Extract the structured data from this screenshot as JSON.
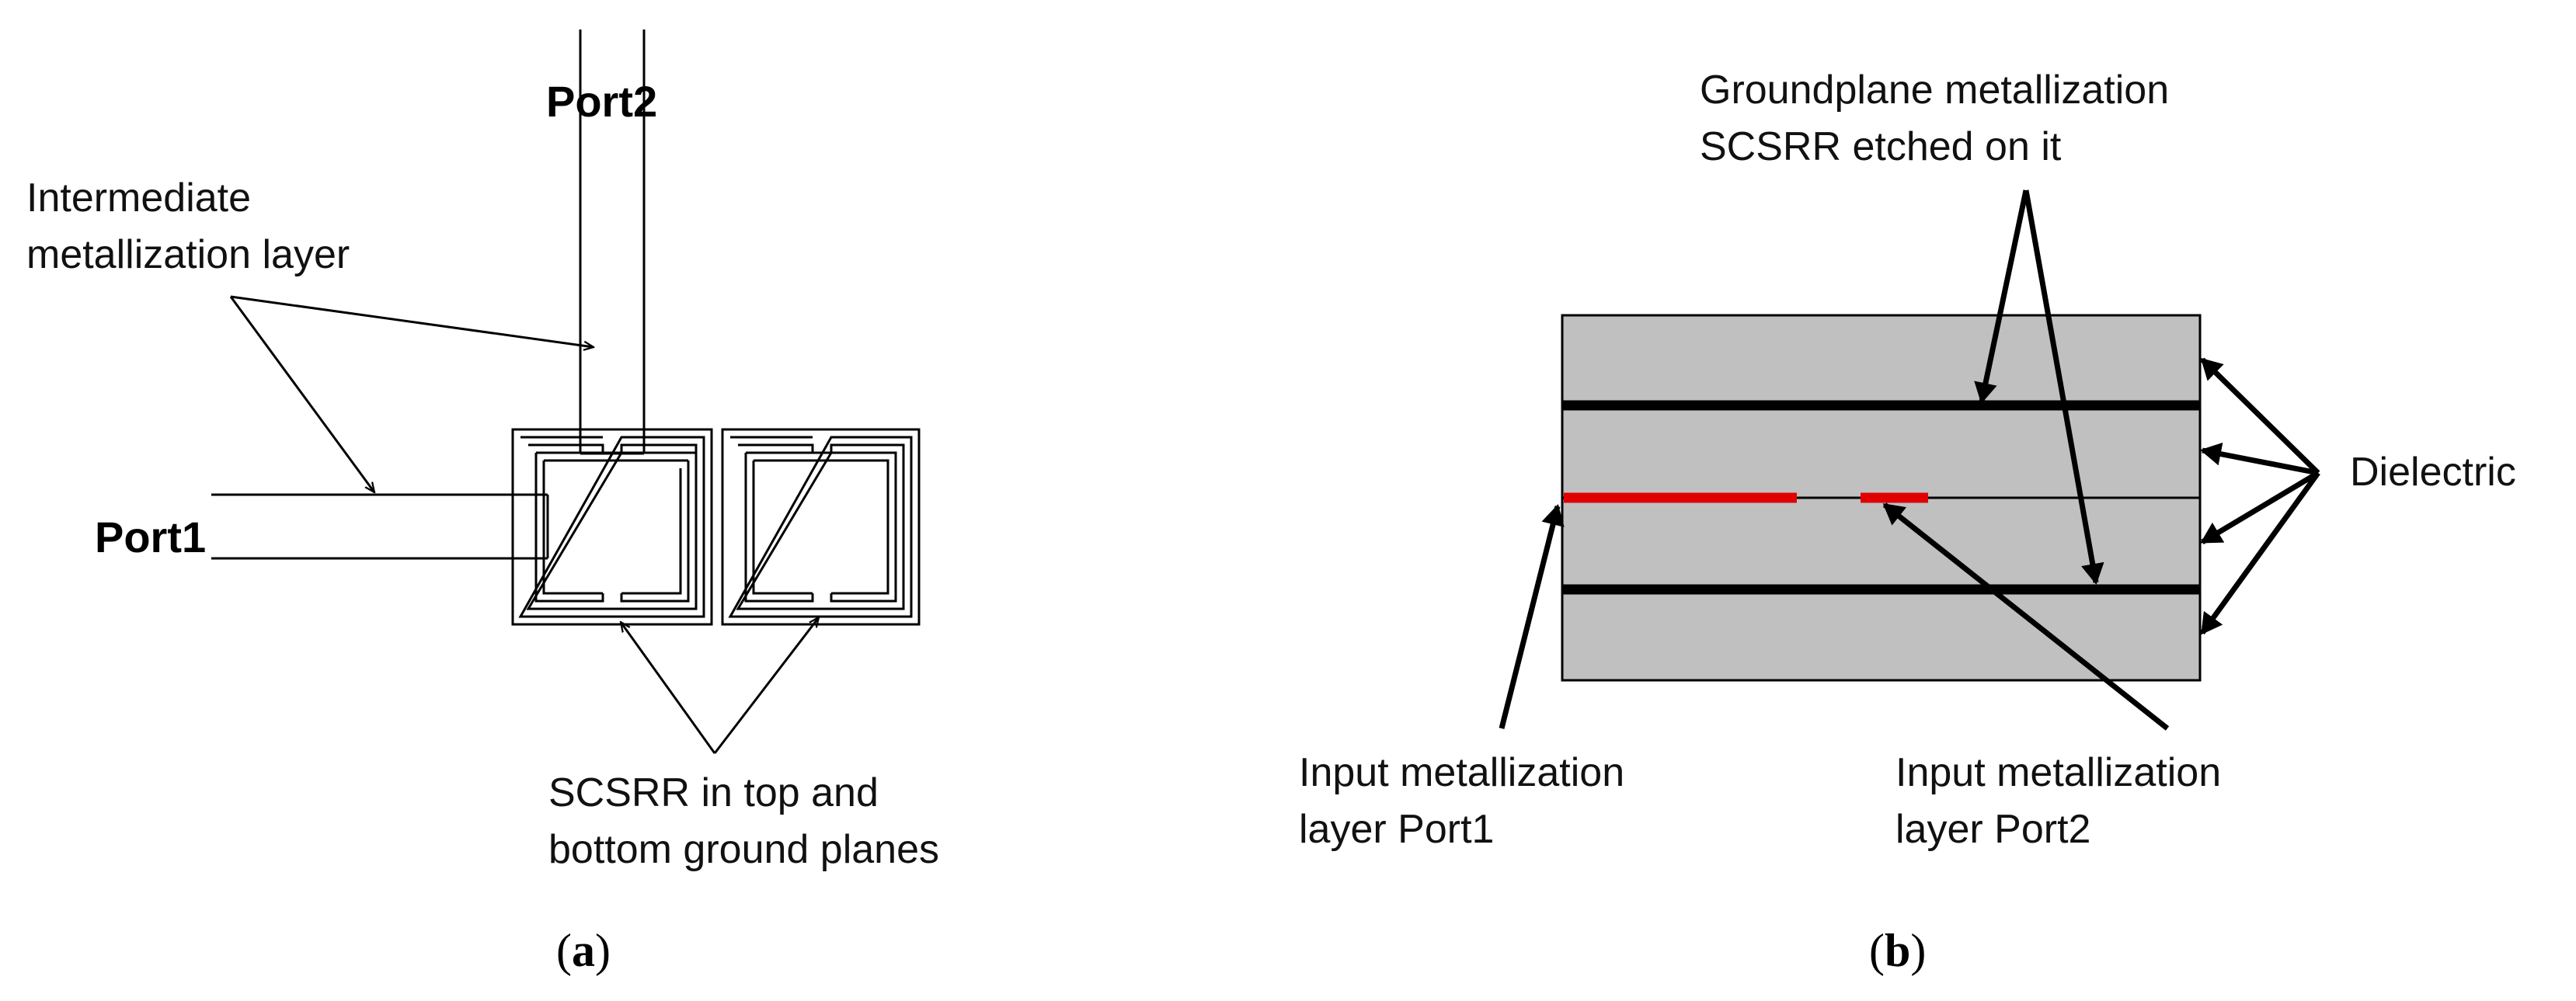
{
  "panel_a": {
    "port2_label": "Port2",
    "port1_label": "Port1",
    "intermediate_label_line1": "Intermediate",
    "intermediate_label_line2": "metallization layer",
    "scsrr_label_line1": "SCSRR in top and",
    "scsrr_label_line2": "bottom ground planes",
    "caption_open": "(",
    "caption_letter": "a",
    "caption_close": ")"
  },
  "panel_b": {
    "groundplane_label_line1": "Groundplane metallization",
    "groundplane_label_line2": "SCSRR etched on it",
    "dielectric_label": "Dielectric",
    "input_port1_line1": "Input metallization",
    "input_port1_line2": "layer  Port1",
    "input_port2_line1": "Input  metallization",
    "input_port2_line2": "layer Port2",
    "caption_open": "(",
    "caption_letter": "b",
    "caption_close": ")"
  },
  "colors": {
    "dielectric_fill": "#c0c0c0",
    "input_metal": "#e00000",
    "line": "#000000"
  }
}
